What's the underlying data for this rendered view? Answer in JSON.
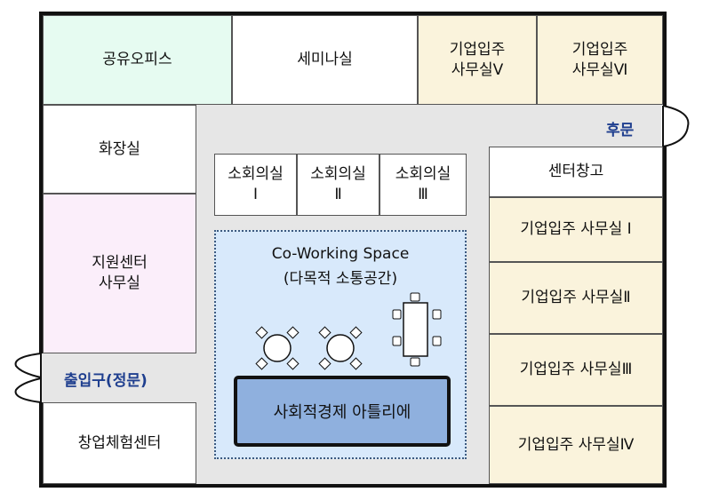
{
  "rooms": {
    "shared_office": "공유오피스",
    "seminar": "세미나실",
    "office_v": "기업입주\n사무실Ⅴ",
    "office_vi": "기업입주\n사무실Ⅵ",
    "restroom": "화장실",
    "support_center": "지원센터\n사무실",
    "startup_center": "창업체험센터",
    "meeting_1": "소회의실\nⅠ",
    "meeting_2": "소회의실\nⅡ",
    "meeting_3": "소회의실\nⅢ",
    "storage": "센터창고",
    "office_i": "기업입주 사무실 Ⅰ",
    "office_ii": "기업입주 사무실Ⅱ",
    "office_iii": "기업입주 사무실Ⅲ",
    "office_iv": "기업입주 사무실Ⅳ"
  },
  "labels": {
    "back_door": "후문",
    "main_entrance": "출입구(정문)"
  },
  "coworking": {
    "title": "Co-Working Space",
    "subtitle": "(다목적 소통공간)",
    "social_economy": "사회적경제 아틀리에"
  },
  "colors": {
    "mint": "#e6fbf1",
    "cream": "#faf3dc",
    "pink": "#fbeefa",
    "coworking_bg": "#d8e9fb",
    "atelier_bg": "#8fb0de",
    "door_label": "#1f3f8f"
  }
}
